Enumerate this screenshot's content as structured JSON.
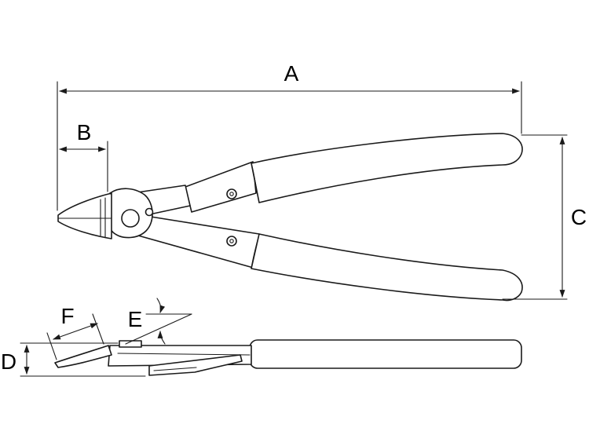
{
  "diagram": {
    "labels": {
      "a": "A",
      "b": "B",
      "c": "C",
      "d": "D",
      "e": "E",
      "f": "F"
    },
    "colors": {
      "line": "#1a1a1a",
      "background": "#ffffff"
    }
  }
}
